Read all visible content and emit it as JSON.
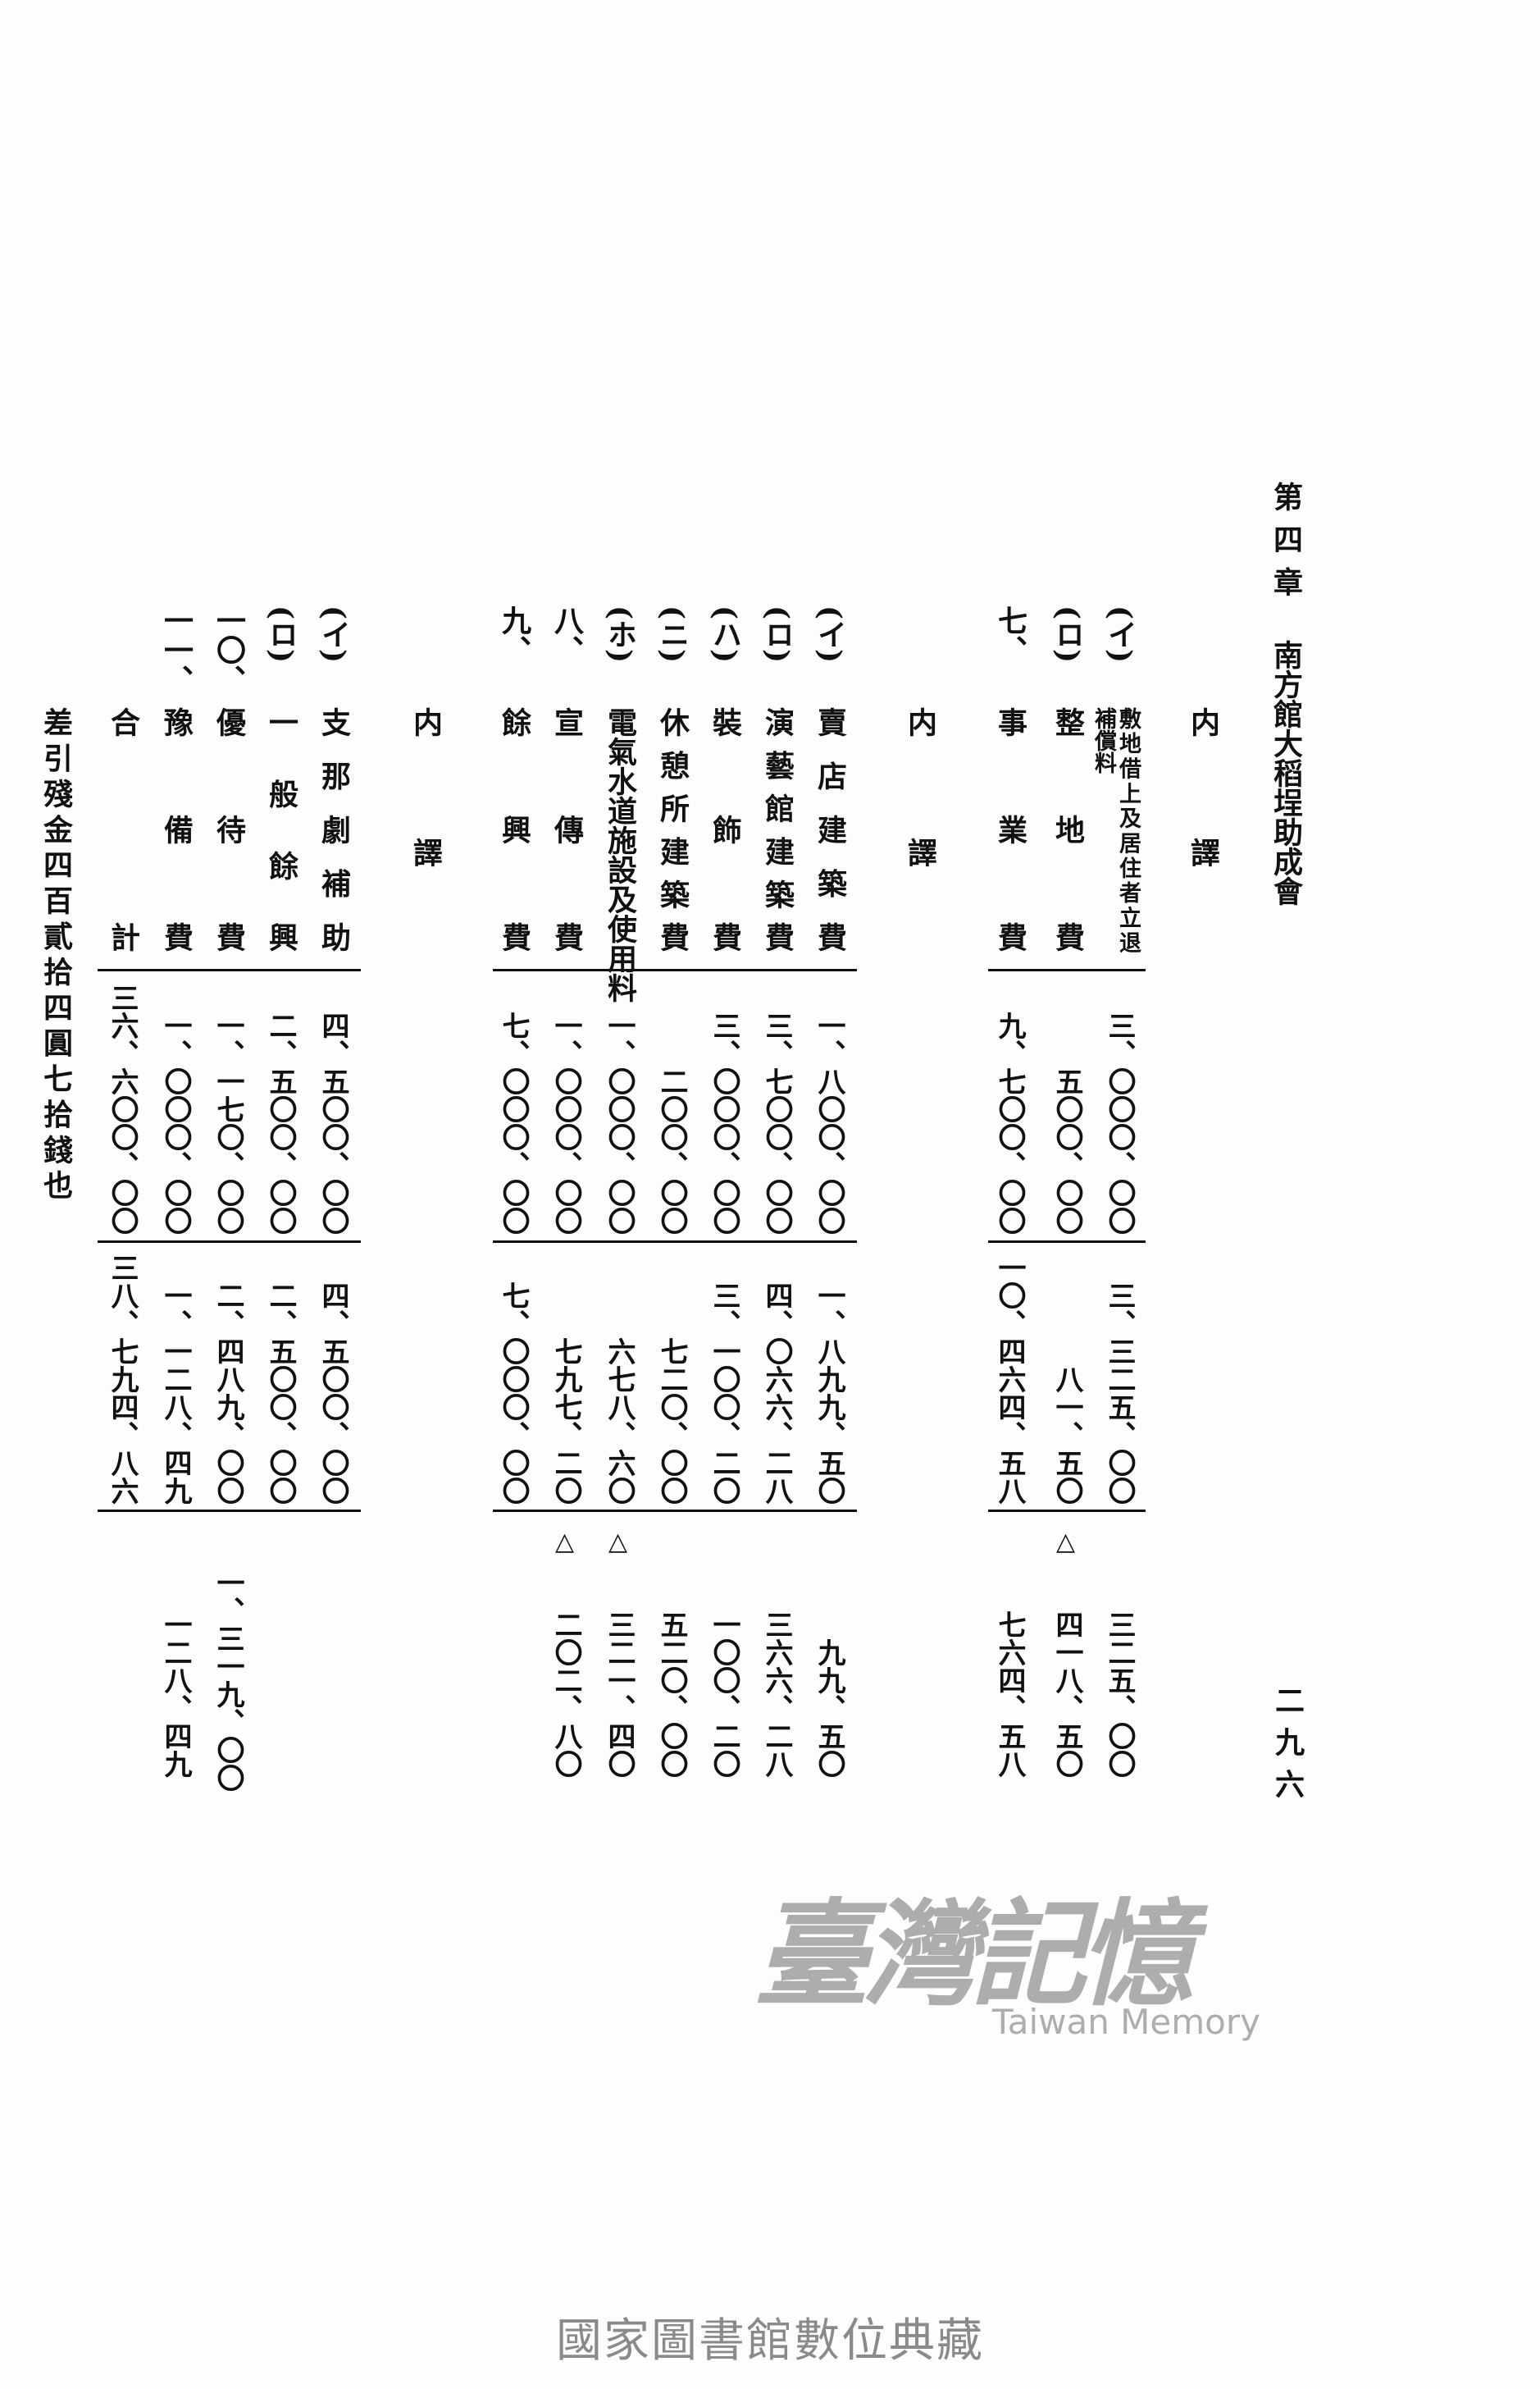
{
  "header": {
    "chapter": "第四章",
    "organization": "南方館大稻埕助成會",
    "page_number": "二九六"
  },
  "breakdown_label": "内譯",
  "rows": [
    {
      "id": "r1",
      "prefix": "(イ)",
      "label": "敷地借上及居住者立退",
      "label2": "補償料",
      "budget": "三、〇〇〇、〇〇",
      "actual": "三、三二五、〇〇",
      "diff": "三二五、〇〇",
      "neg": false
    },
    {
      "id": "r2",
      "prefix": "(ロ)",
      "label": "整地費",
      "budget": "五〇〇、〇〇",
      "actual": "八一、五〇",
      "diff": "四一八、五〇",
      "neg": true
    },
    {
      "id": "r3",
      "prefix": "七、",
      "label": "事業費",
      "budget": "九、七〇〇、〇〇",
      "actual": "一〇、四六四、五八",
      "diff": "七六四、五八",
      "neg": false
    },
    {
      "id": "b2",
      "breakdown": true
    },
    {
      "id": "r4",
      "prefix": "(イ)",
      "label": "賣店建築費",
      "budget": "一、八〇〇、〇〇",
      "actual": "一、八九九、五〇",
      "diff": "九九、五〇",
      "neg": false
    },
    {
      "id": "r5",
      "prefix": "(ロ)",
      "label": "演藝館建築費",
      "budget": "三、七〇〇、〇〇",
      "actual": "四、〇六六、二八",
      "diff": "三六六、二八",
      "neg": false
    },
    {
      "id": "r6",
      "prefix": "(ハ)",
      "label": "裝飾費",
      "budget": "三、〇〇〇、〇〇",
      "actual": "三、一〇〇、二〇",
      "diff": "一〇〇、二〇",
      "neg": false
    },
    {
      "id": "r7",
      "prefix": "(ニ)",
      "label": "休憩所建築費",
      "budget": "二〇〇、〇〇",
      "actual": "七二〇、〇〇",
      "diff": "五二〇、〇〇",
      "neg": false
    },
    {
      "id": "r8",
      "prefix": "(ホ)",
      "label": "電氣水道施設及使用料",
      "budget": "一、〇〇〇、〇〇",
      "actual": "六七八、六〇",
      "diff": "三二一、四〇",
      "neg": true
    },
    {
      "id": "r9",
      "prefix": "八、",
      "label": "宣傳費",
      "budget": "一、〇〇〇、〇〇",
      "actual": "七九七、二〇",
      "diff": "二〇二、八〇",
      "neg": true
    },
    {
      "id": "r10",
      "prefix": "九、",
      "label": "餘興費",
      "budget": "七、〇〇〇、〇〇",
      "actual": "七、〇〇〇、〇〇",
      "diff": "",
      "neg": false
    },
    {
      "id": "b3",
      "breakdown": true
    },
    {
      "id": "r11",
      "prefix": "(イ)",
      "label": "支那劇補助",
      "budget": "四、五〇〇、〇〇",
      "actual": "四、五〇〇、〇〇",
      "diff": "",
      "neg": false
    },
    {
      "id": "r12",
      "prefix": "(ロ)",
      "label": "一般餘興",
      "budget": "二、五〇〇、〇〇",
      "actual": "二、五〇〇、〇〇",
      "diff": "",
      "neg": false
    },
    {
      "id": "r13",
      "prefix": "一〇、",
      "label": "優待費",
      "budget": "一、一七〇、〇〇",
      "actual": "二、四八九、〇〇",
      "diff": "一、三一九、〇〇",
      "neg": false
    },
    {
      "id": "r14",
      "prefix": "一一、",
      "label": "豫備費",
      "budget": "一、〇〇〇、〇〇",
      "actual": "一、一二八、四九",
      "diff": "一二八、四九",
      "neg": false
    },
    {
      "id": "r15",
      "prefix": "",
      "label": "合計",
      "budget": "三六、六〇〇、〇〇",
      "actual": "三八、七九四、八六",
      "diff": "",
      "neg": false
    }
  ],
  "negative_mark": "△",
  "balance": "差引殘金四百貳拾四圓七拾錢也",
  "watermark": {
    "logo_text": "臺灣記憶",
    "logo_subtitle": "Taiwan Memory",
    "footer": "國家圖書館數位典藏"
  }
}
